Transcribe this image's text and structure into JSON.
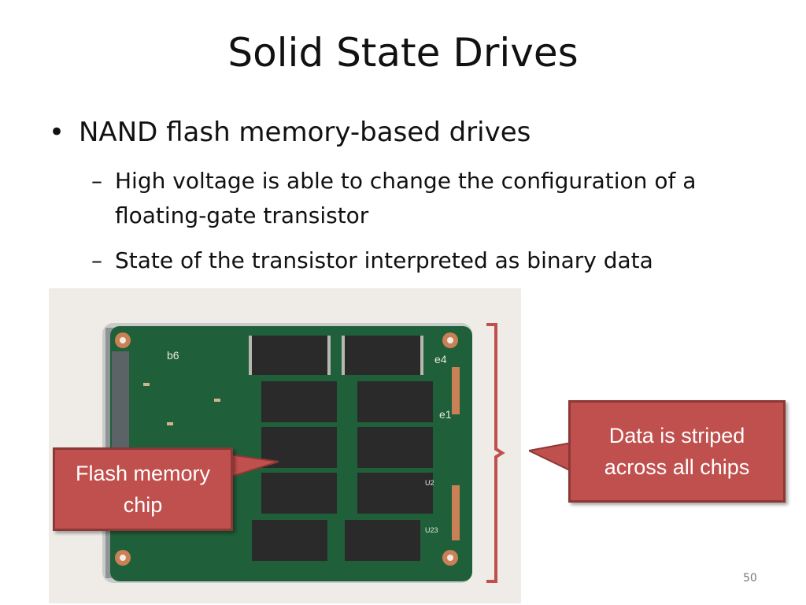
{
  "slide": {
    "title": "Solid State Drives",
    "bullet": "NAND flash memory-based drives",
    "sub1": "High voltage is able to change the configuration of a floating-gate transistor",
    "sub2": "State of the transistor interpreted as binary data",
    "callout_right_line1": "Data is striped",
    "callout_right_line2": "across all chips",
    "callout_left_line1": "Flash memory",
    "callout_left_line2": "chip",
    "page_number": "50"
  },
  "photo": {
    "board_labels": [
      "b6",
      "e4",
      "e1",
      "U2",
      "U23"
    ],
    "chip_count": 10
  }
}
